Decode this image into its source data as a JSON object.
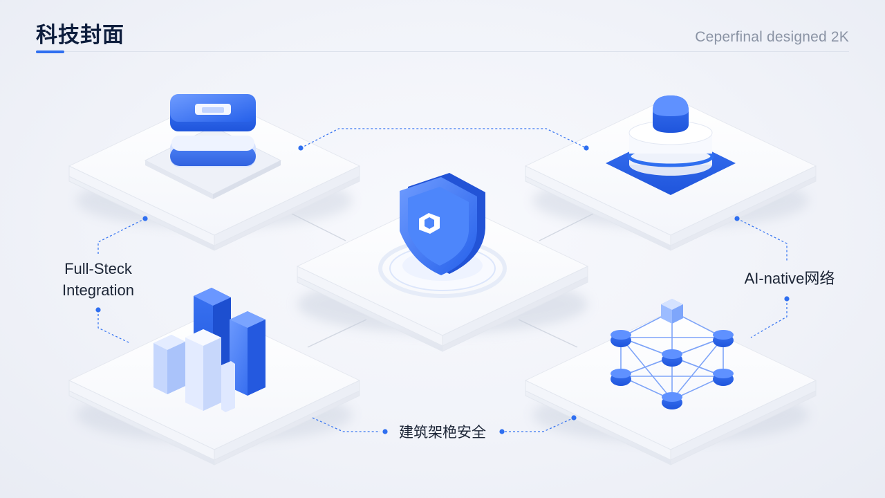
{
  "header": {
    "title": "科技封面",
    "subtitle": "Ceperfinal designed 2K"
  },
  "labels": {
    "full_stack_line1": "Full-Steck",
    "full_stack_line2": "Integration",
    "ai_native": "AI-native网络",
    "architecture_security": "建筑架栬安全"
  },
  "colors": {
    "accent": "#2f6ff0",
    "accent_light": "#9cbcff",
    "accent_pale": "#dfe9ff",
    "platform": "#ffffff",
    "connector": "#3b78f2"
  },
  "icons": {
    "top_left": "stacked-layers-icon",
    "center": "shield-icon",
    "top_right": "database-icon",
    "bottom_left": "bar-chart-icon",
    "bottom_right": "network-icon"
  }
}
